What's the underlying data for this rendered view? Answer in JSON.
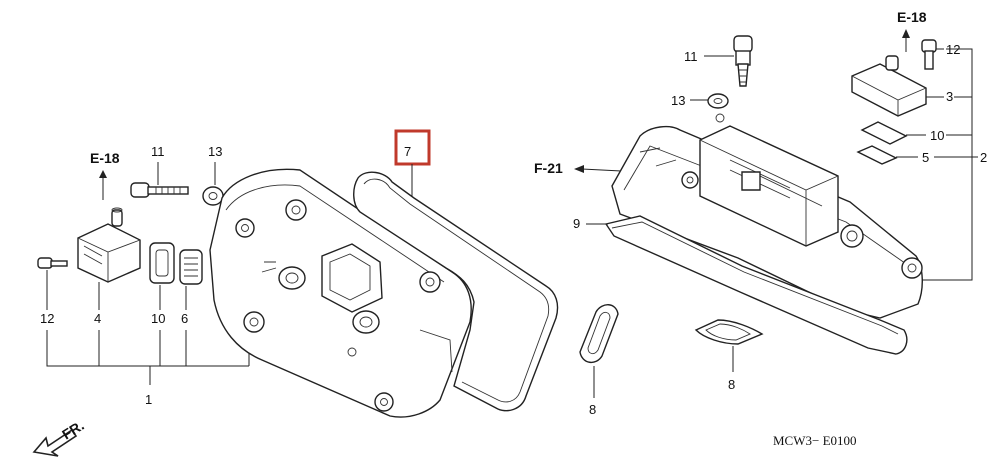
{
  "diagram": {
    "code": "MCW3− E0100",
    "direction": "FR.",
    "highlighted_part": "7",
    "refs": {
      "left": "E-18",
      "right": "E-18",
      "f21": "F-21"
    },
    "callouts": {
      "l11": "11",
      "l13": "13",
      "l12": "12",
      "l4": "4",
      "l10": "10",
      "l6": "6",
      "l1": "1",
      "r11": "11",
      "r13": "13",
      "r12": "12",
      "r3": "3",
      "r10": "10",
      "r5": "5",
      "r2": "2",
      "r9": "9",
      "r8a": "8",
      "r8b": "8"
    }
  }
}
